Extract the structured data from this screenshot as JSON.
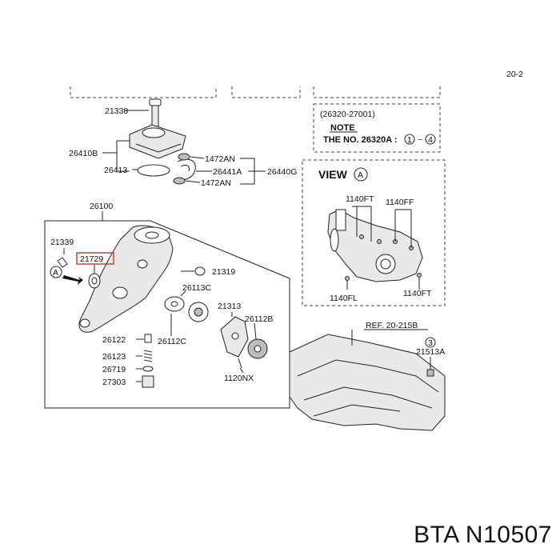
{
  "page_ref": "20-2",
  "labels": {
    "l21338": "21338",
    "l26410B": "26410B",
    "l26413": "26413",
    "l1472AN_a": "1472AN",
    "l26441A": "26441A",
    "l26440G": "26440G",
    "l1472AN_b": "1472AN",
    "l26100": "26100",
    "l21339": "21339",
    "l21729": "21729",
    "l21319": "21319",
    "l26113C": "26113C",
    "l21313": "21313",
    "l26112B": "26112B",
    "l26112C": "26112C",
    "l26122": "26122",
    "l26123": "26123",
    "l26719": "26719",
    "l27303": "27303",
    "l1120NX": "1120NX",
    "viewA_marker": "A"
  },
  "note_box": {
    "part_ref": "(26320-27001)",
    "note_title": "NOTE",
    "note_text": "THE NO. 26320A :",
    "range_start": "1",
    "range_sep": "~",
    "range_end": "4"
  },
  "view_a": {
    "title": "VIEW",
    "marker": "A",
    "l1140FT_top": "1140FT",
    "l1140FF": "1140FF",
    "l1140FL": "1140FL",
    "l1140FT_bot": "1140FT"
  },
  "oil_pan": {
    "ref": "REF. 20-215B",
    "callout": "3",
    "l21513A": "21513A"
  },
  "brand_caption": "BTA N10507"
}
